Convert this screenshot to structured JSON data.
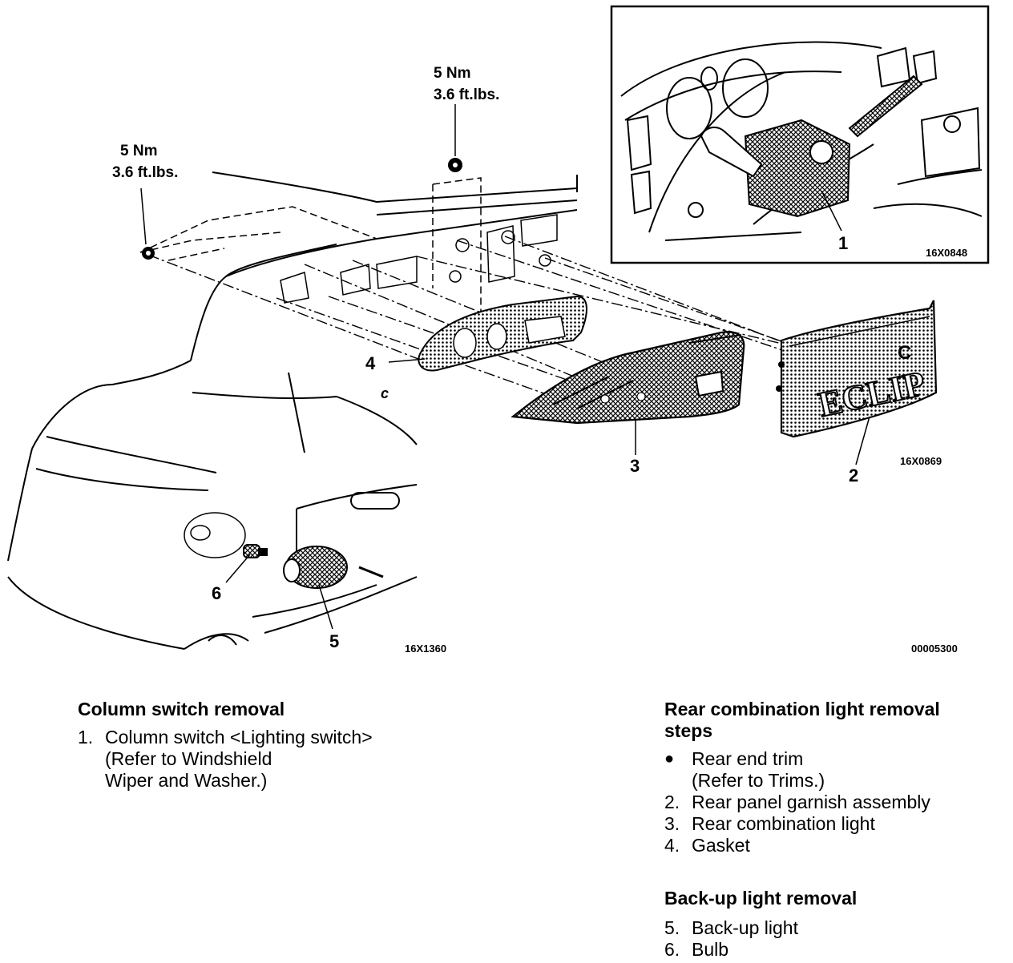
{
  "figure": {
    "torque_left": {
      "nm": "5 Nm",
      "ftlbs": "3.6 ft.lbs."
    },
    "torque_right": {
      "nm": "5 Nm",
      "ftlbs": "3.6 ft.lbs."
    },
    "callouts": {
      "c1": "1",
      "c2": "2",
      "c3": "3",
      "c4": "4",
      "c5": "5",
      "c6": "6"
    },
    "codes": {
      "inset": "16X0848",
      "rear_light": "16X0869",
      "backup": "16X1360",
      "sheet": "00005300"
    },
    "garnish_lettering": "ECLIP",
    "c_mark": "c",
    "c_mark_garnish": "C"
  },
  "column_switch": {
    "heading": "Column switch removal",
    "items": [
      {
        "num": "1.",
        "lines": [
          "Column switch <Lighting switch>",
          "(Refer to Windshield",
          "Wiper and Washer.)"
        ]
      }
    ]
  },
  "rear_light": {
    "heading_line1": "Rear combination light removal",
    "heading_line2": "steps",
    "bullet_mark": "●",
    "bullet_lines": [
      "Rear end trim",
      "(Refer to Trims.)"
    ],
    "items": [
      {
        "num": "2.",
        "text": "Rear panel garnish assembly"
      },
      {
        "num": "3.",
        "text": "Rear combination light"
      },
      {
        "num": "4.",
        "text": "Gasket"
      }
    ]
  },
  "backup_light": {
    "heading": "Back-up light removal",
    "items": [
      {
        "num": "5.",
        "text": "Back-up light"
      },
      {
        "num": "6.",
        "text": "Bulb"
      }
    ]
  }
}
